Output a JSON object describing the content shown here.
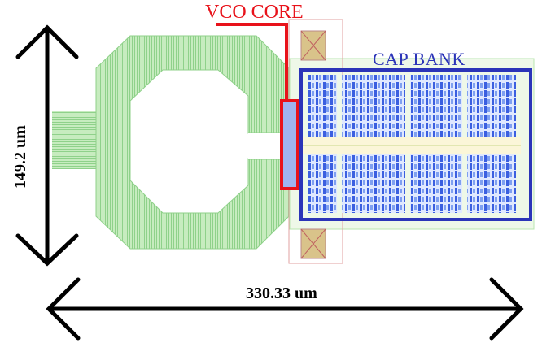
{
  "labels": {
    "vco_core": "VCO CORE",
    "cap_bank": "CAP BANK",
    "width": "330.33 um",
    "height": "149.2 um"
  },
  "colors": {
    "inductor_green": "#b9e6b0",
    "inductor_stripe": "#8fd18a",
    "vco_red": "#e8121a",
    "cap_blue": "#2b34b8",
    "cap_cell_blue": "#3b5fe0",
    "pad_tan": "#d9c38a",
    "arrow_black": "#000000"
  },
  "layout_blocks": [
    "inductor",
    "vco-core",
    "cap-bank",
    "bias-pads",
    "dimension-arrows"
  ]
}
